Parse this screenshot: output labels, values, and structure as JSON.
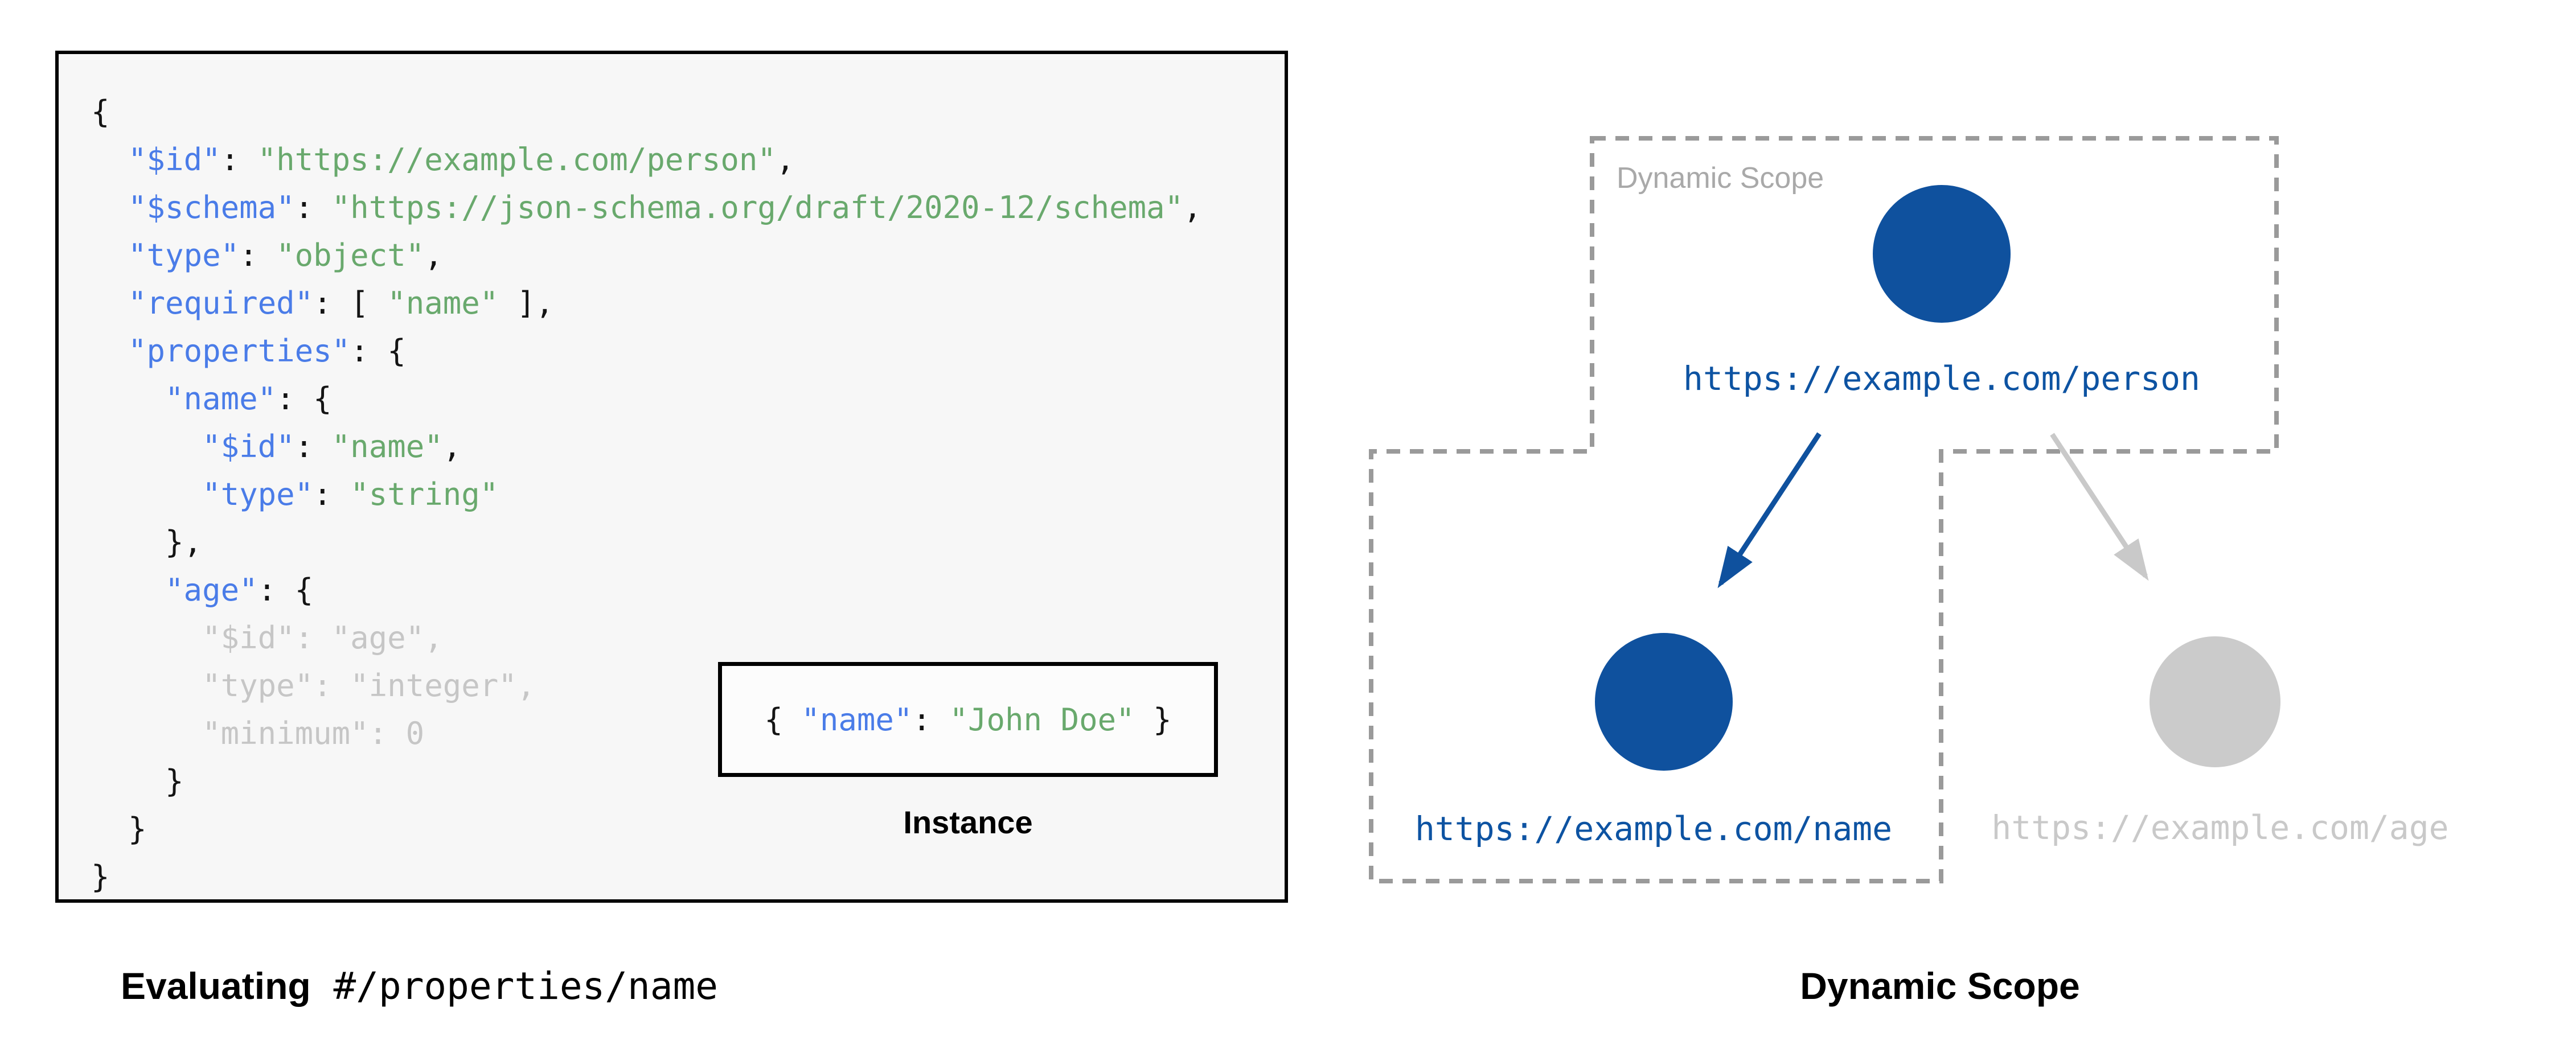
{
  "left_panel": {
    "code_lines": [
      [
        {
          "c": "plain",
          "t": "{"
        }
      ],
      [
        {
          "c": "plain",
          "t": "  "
        },
        {
          "c": "key",
          "t": "\"$id\""
        },
        {
          "c": "plain",
          "t": ": "
        },
        {
          "c": "string",
          "t": "\"https://example.com/person\""
        },
        {
          "c": "plain",
          "t": ","
        }
      ],
      [
        {
          "c": "plain",
          "t": "  "
        },
        {
          "c": "key",
          "t": "\"$schema\""
        },
        {
          "c": "plain",
          "t": ": "
        },
        {
          "c": "string",
          "t": "\"https://json-schema.org/draft/2020-12/schema\""
        },
        {
          "c": "plain",
          "t": ","
        }
      ],
      [
        {
          "c": "plain",
          "t": "  "
        },
        {
          "c": "key",
          "t": "\"type\""
        },
        {
          "c": "plain",
          "t": ": "
        },
        {
          "c": "string",
          "t": "\"object\""
        },
        {
          "c": "plain",
          "t": ","
        }
      ],
      [
        {
          "c": "plain",
          "t": "  "
        },
        {
          "c": "key",
          "t": "\"required\""
        },
        {
          "c": "plain",
          "t": ": [ "
        },
        {
          "c": "string",
          "t": "\"name\""
        },
        {
          "c": "plain",
          "t": " ],"
        }
      ],
      [
        {
          "c": "plain",
          "t": "  "
        },
        {
          "c": "key",
          "t": "\"properties\""
        },
        {
          "c": "plain",
          "t": ": {"
        }
      ],
      [
        {
          "c": "plain",
          "t": "    "
        },
        {
          "c": "key",
          "t": "\"name\""
        },
        {
          "c": "plain",
          "t": ": {"
        }
      ],
      [
        {
          "c": "plain",
          "t": "      "
        },
        {
          "c": "key",
          "t": "\"$id\""
        },
        {
          "c": "plain",
          "t": ": "
        },
        {
          "c": "string",
          "t": "\"name\""
        },
        {
          "c": "plain",
          "t": ","
        }
      ],
      [
        {
          "c": "plain",
          "t": "      "
        },
        {
          "c": "key",
          "t": "\"type\""
        },
        {
          "c": "plain",
          "t": ": "
        },
        {
          "c": "string",
          "t": "\"string\""
        }
      ],
      [
        {
          "c": "plain",
          "t": "    },"
        }
      ],
      [
        {
          "c": "plain",
          "t": "    "
        },
        {
          "c": "key",
          "t": "\"age\""
        },
        {
          "c": "plain",
          "t": ": {"
        }
      ],
      [
        {
          "c": "muted",
          "t": "      \"$id\": \"age\","
        }
      ],
      [
        {
          "c": "muted",
          "t": "      \"type\": \"integer\","
        }
      ],
      [
        {
          "c": "muted",
          "t": "      \"minimum\": 0"
        }
      ],
      [
        {
          "c": "plain",
          "t": "    }"
        }
      ],
      [
        {
          "c": "plain",
          "t": "  }"
        }
      ],
      [
        {
          "c": "plain",
          "t": "}"
        }
      ]
    ],
    "instance": {
      "label": "Instance",
      "lines": [
        [
          {
            "c": "plain",
            "t": "{ "
          },
          {
            "c": "key",
            "t": "\"name\""
          },
          {
            "c": "plain",
            "t": ": "
          },
          {
            "c": "string",
            "t": "\"John Doe\""
          },
          {
            "c": "plain",
            "t": " }"
          }
        ]
      ]
    },
    "caption": {
      "bold": "Evaluating",
      "mono": " #/properties/name"
    }
  },
  "right_panel": {
    "scope_label": "Dynamic Scope",
    "caption": "Dynamic Scope",
    "nodes": {
      "person": {
        "label": "https://example.com/person",
        "state": "active"
      },
      "name": {
        "label": "https://example.com/name",
        "state": "active"
      },
      "age": {
        "label": "https://example.com/age",
        "state": "inactive"
      }
    }
  },
  "colors": {
    "key_blue": "#4a7ce8",
    "string_green": "#69a96d",
    "code_ink": "#141414",
    "muted_gray": "#c6c6c6",
    "node_blue": "#0f519e",
    "link_blue": "#0d53a2",
    "node_gray": "#cbcbcb",
    "inactive_gray": "#c9c9c9",
    "dash_gray": "#9a9a9a",
    "scope_label_gray": "#a9a9a9",
    "codebox_bg": "#f7f7f7",
    "instancebox_bg": "#fcfcfc",
    "box_border": "#000000"
  }
}
